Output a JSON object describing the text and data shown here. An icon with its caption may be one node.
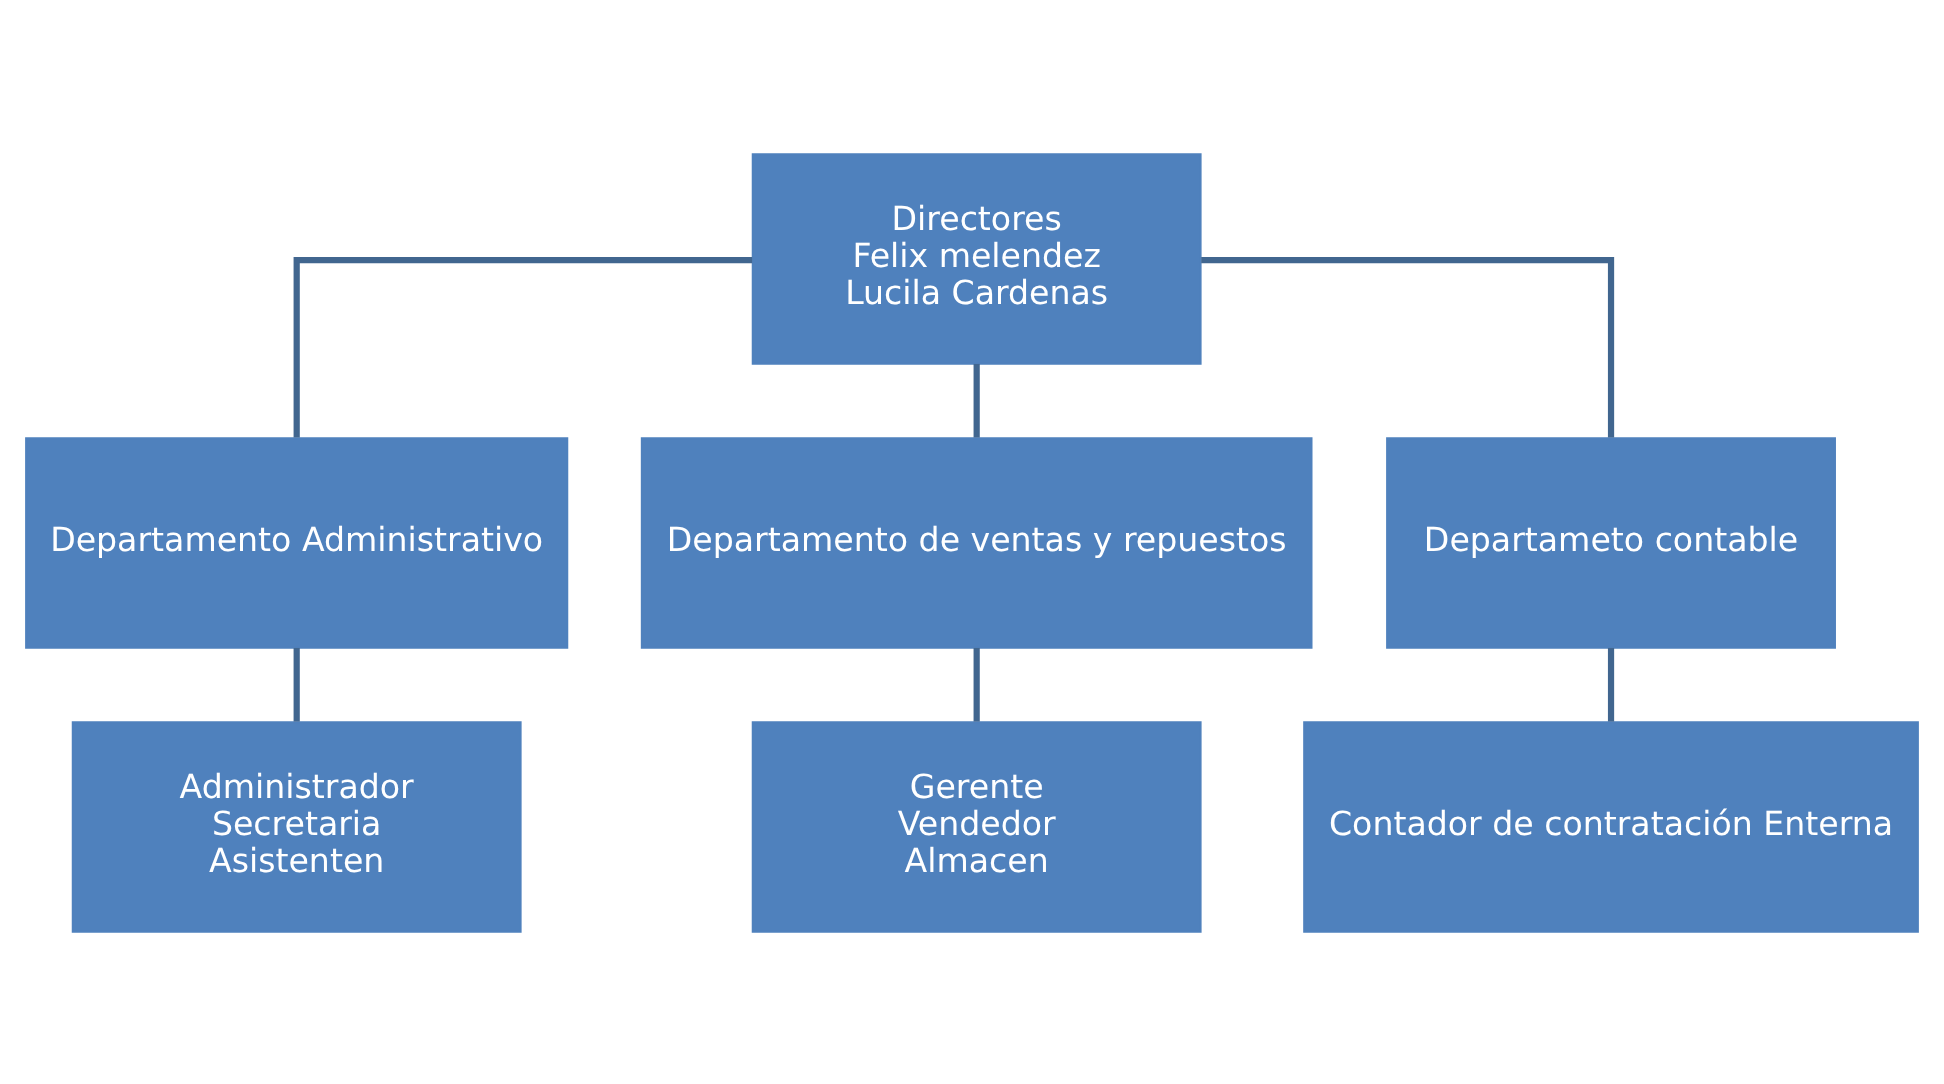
{
  "diagram": {
    "nodes": [
      {
        "text": [
          "Directores",
          "Felix melendez",
          "Lucila Cardenas"
        ]
      },
      {
        "text": [
          "Departamento Administrativo"
        ]
      },
      {
        "text": [
          "Departamento de ventas y repuestos"
        ]
      },
      {
        "text": [
          "Departameto contable"
        ]
      },
      {
        "text": [
          "Administrador",
          "Secretaria",
          "Asistenten"
        ]
      },
      {
        "text": [
          "Gerente",
          "Vendedor",
          "Almacen"
        ]
      },
      {
        "text": [
          "Contador de contratación Enterna"
        ]
      }
    ],
    "edges": [
      {
        "from": 0,
        "to": 1,
        "arrow": "none"
      },
      {
        "from": 0,
        "to": 2,
        "arrow": "none"
      },
      {
        "from": 0,
        "to": 3,
        "arrow": "none"
      },
      {
        "from": 1,
        "to": 4,
        "arrow": "none"
      },
      {
        "from": 2,
        "to": 5,
        "arrow": "none"
      },
      {
        "from": 3,
        "to": 6,
        "arrow": "none"
      }
    ]
  }
}
